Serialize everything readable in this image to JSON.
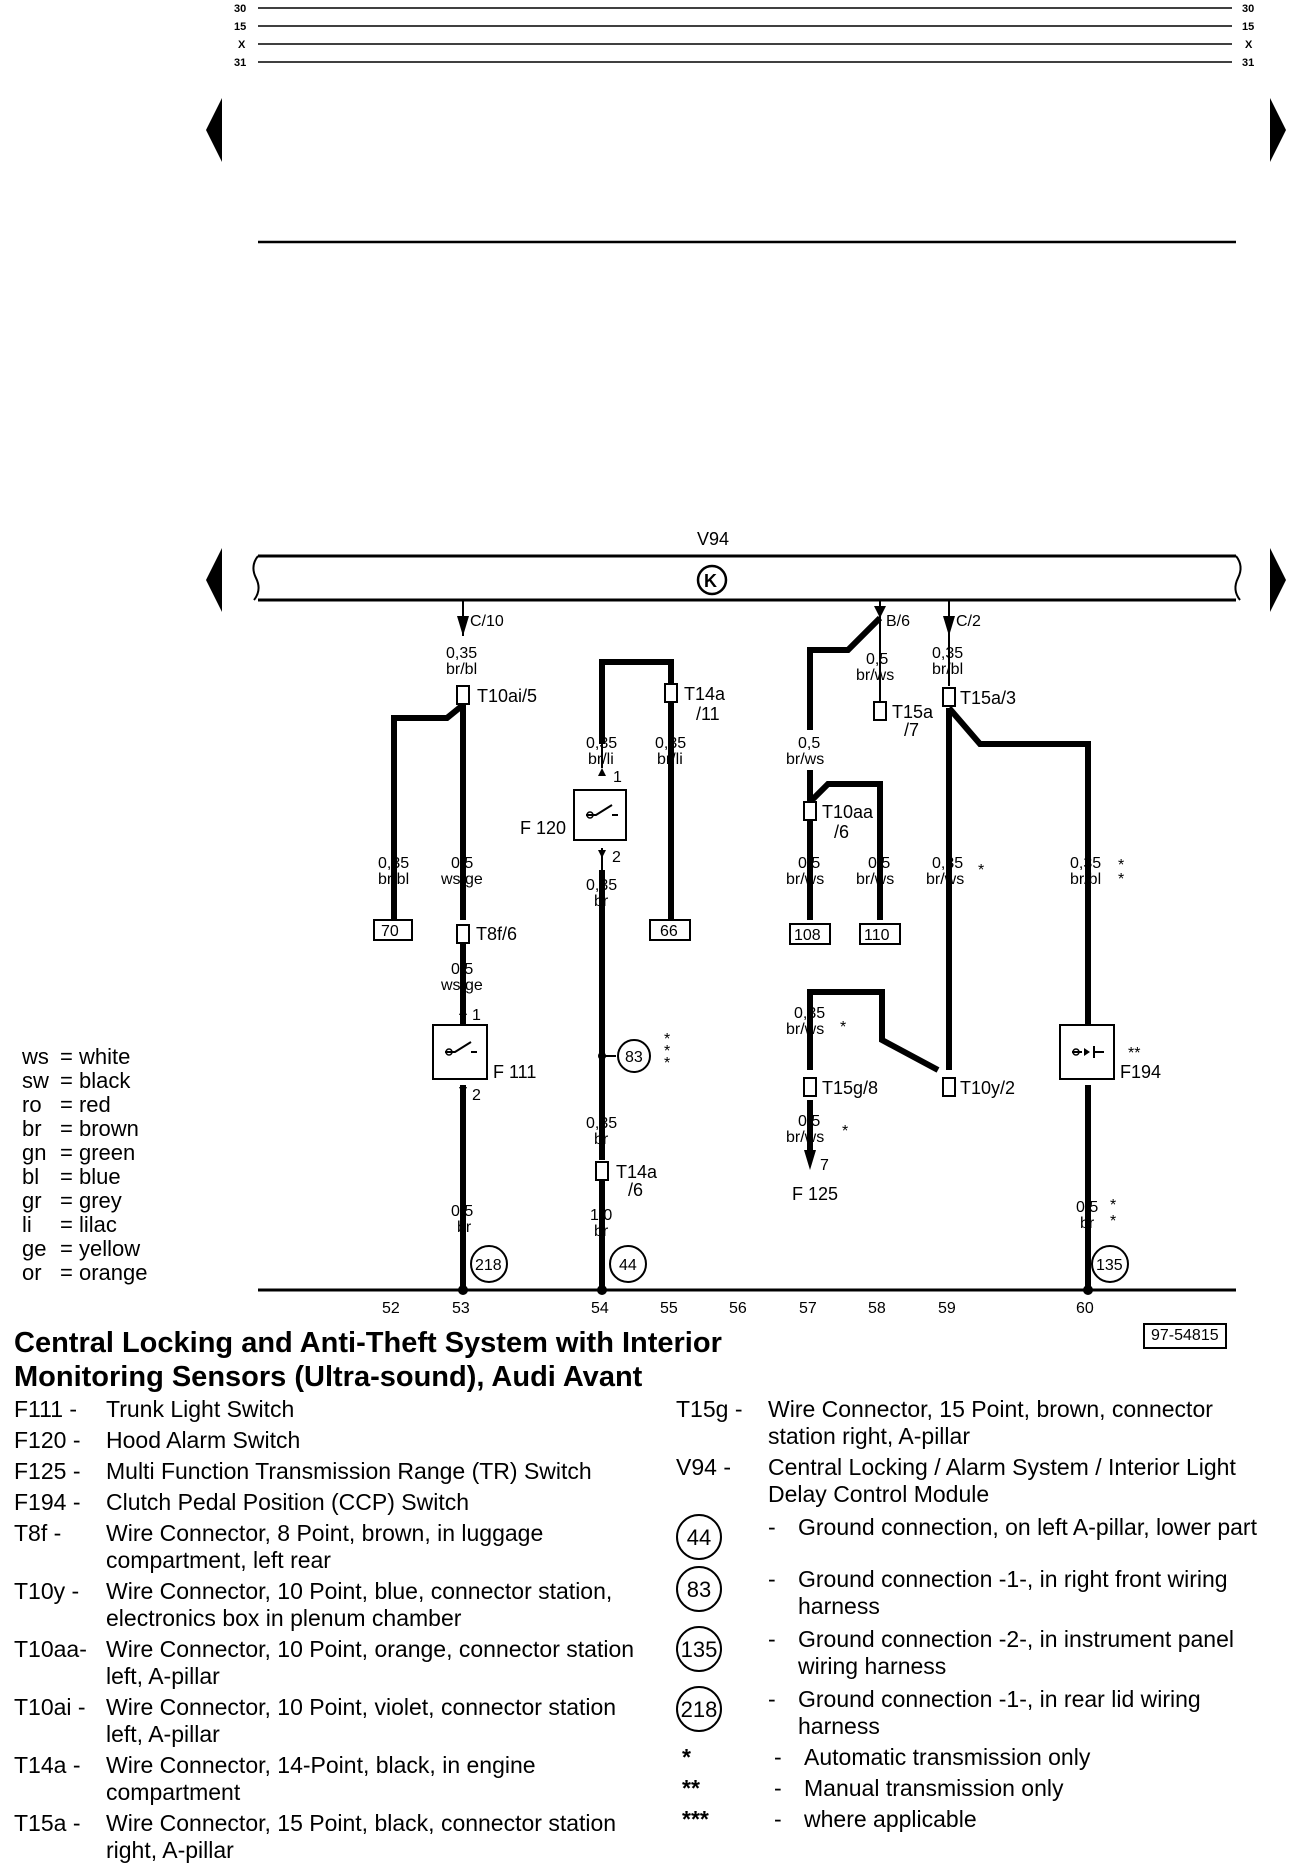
{
  "rails": [
    "30",
    "15",
    "X",
    "31"
  ],
  "module": {
    "id": "V94",
    "symbol": "K"
  },
  "pins": {
    "c10": "C/10",
    "b6": "B/6",
    "c2": "C/2"
  },
  "connectors": {
    "t10ai5": "T10ai/5",
    "t14a11_a": "T14a",
    "t14a11_b": "/11",
    "t15a7_a": "T15a",
    "t15a7_b": "/7",
    "t15a3": "T15a/3",
    "t10aa6_a": "T10aa",
    "t10aa6_b": "/6",
    "t8f6": "T8f/6",
    "t14a6_a": "T14a",
    "t14a6_b": "/6",
    "t15g8": "T15g/8",
    "t10y2": "T10y/2"
  },
  "components": {
    "f120": "F 120",
    "f111": "F 111",
    "f194": "F194",
    "f125": "F 125"
  },
  "pin_numbers": {
    "one": "1",
    "two": "2",
    "seven": "7"
  },
  "wires": {
    "w1_size": "0,35",
    "w1_col": "br/bl",
    "w2_size": "0,35",
    "w2_col": "br/bl",
    "w3_size": "0,5",
    "w3_col": "ws/ge",
    "w4_size": "0,5",
    "w4_col": "ws/ge",
    "w5_size": "0,5",
    "w5_col": "br",
    "w6_size": "0,35",
    "w6_col": "br/li",
    "w7_size": "0,35",
    "w7_col": "br/li",
    "w8_size": "0,35",
    "w8_col": "br",
    "w9_size": "0,35",
    "w9_col": "br",
    "w10_size": "1,0",
    "w10_col": "br",
    "w11_size": "0,5",
    "w11_col": "br/ws",
    "w12_size": "0,5",
    "w12_col": "br/ws",
    "w13_size": "0,5",
    "w13_col": "br/ws",
    "w14_size": "0,5",
    "w14_col": "br/ws",
    "w15_size": "0,35",
    "w15_col": "br/ws",
    "w16_size": "0,5",
    "w16_col": "br/ws",
    "w17_size": "0,35",
    "w17_col": "br/bl",
    "w18_size": "0,35",
    "w18_col": "br/ws",
    "w19_size": "0,35",
    "w19_col": "br/bl",
    "w20_size": "0,5",
    "w20_col": "br"
  },
  "stars": {
    "s1": "*",
    "s2": "**",
    "s3": "***"
  },
  "refs": {
    "r70": "70",
    "r66": "66",
    "r108": "108",
    "r110": "110"
  },
  "grounds": {
    "g218": "218",
    "g44": "44",
    "g135": "135",
    "g83": "83"
  },
  "tracks": [
    "52",
    "53",
    "54",
    "55",
    "56",
    "57",
    "58",
    "59",
    "60"
  ],
  "ref_number": "97-54815",
  "title": "Central Locking and Anti-Theft System with Interior Monitoring Sensors (Ultra-sound), Audi Avant",
  "color_legend": [
    {
      "abbr": "ws",
      "name": "white"
    },
    {
      "abbr": "sw",
      "name": "black"
    },
    {
      "abbr": "ro",
      "name": "red"
    },
    {
      "abbr": "br",
      "name": "brown"
    },
    {
      "abbr": "gn",
      "name": "green"
    },
    {
      "abbr": "bl",
      "name": "blue"
    },
    {
      "abbr": "gr",
      "name": "grey"
    },
    {
      "abbr": "li",
      "name": "lilac"
    },
    {
      "abbr": "ge",
      "name": "yellow"
    },
    {
      "abbr": "or",
      "name": "orange"
    }
  ],
  "legend_left": [
    {
      "code": "F111 -",
      "desc": "Trunk Light Switch"
    },
    {
      "code": "F120 -",
      "desc": "Hood Alarm Switch"
    },
    {
      "code": "F125 -",
      "desc": "Multi Function Transmission Range (TR) Switch"
    },
    {
      "code": "F194 -",
      "desc": "Clutch Pedal Position (CCP) Switch"
    },
    {
      "code": "T8f -",
      "desc": "Wire Connector, 8 Point, brown, in luggage compartment, left rear"
    },
    {
      "code": "T10y -",
      "desc": "Wire Connector, 10 Point, blue, connector station, electronics box in plenum chamber"
    },
    {
      "code": "T10aa-",
      "desc": "Wire Connector, 10 Point, orange, connector station left, A-pillar"
    },
    {
      "code": "T10ai -",
      "desc": "Wire Connector, 10 Point, violet, connector station left, A-pillar"
    },
    {
      "code": "T14a -",
      "desc": "Wire Connector, 14-Point, black, in engine compartment"
    },
    {
      "code": "T15a -",
      "desc": "Wire Connector, 15 Point, black, connector station right, A-pillar"
    }
  ],
  "legend_right": [
    {
      "code": "T15g -",
      "desc": "Wire Connector, 15 Point, brown, connector station right, A-pillar"
    },
    {
      "code": "V94 -",
      "desc": "Central Locking / Alarm System / Interior Light Delay Control Module"
    }
  ],
  "legend_grounds": [
    {
      "code": "44",
      "desc": "Ground connection, on left A-pillar, lower part"
    },
    {
      "code": "83",
      "desc": "Ground connection -1-, in right front wiring harness"
    },
    {
      "code": "135",
      "desc": "Ground connection -2-, in instrument panel wiring harness"
    },
    {
      "code": "218",
      "desc": "Ground connection -1-, in rear lid wiring harness"
    }
  ],
  "legend_notes": [
    {
      "code": "*",
      "desc": "Automatic transmission only"
    },
    {
      "code": "**",
      "desc": "Manual transmission only"
    },
    {
      "code": "***",
      "desc": "where applicable"
    }
  ],
  "dash": "-"
}
